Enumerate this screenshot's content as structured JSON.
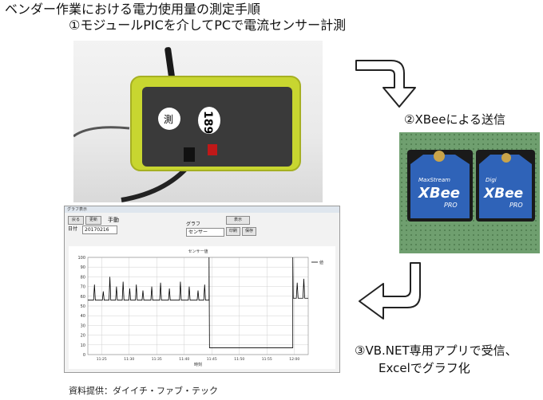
{
  "title": {
    "line1": "ベンダー作業における電力使用量の測定手順",
    "line2": "①モジュールPICを介してPCで電流センサー計測"
  },
  "steps": {
    "step2": "②XBeeによる送信",
    "step3_line1": "③VB.NET専用アプリで受信、",
    "step3_line2": "Excelでグラフ化"
  },
  "credit": "資料提供：ダイイチ・ファブ・テック",
  "device_photo": {
    "sticker1": "測",
    "sticker2": "189"
  },
  "xbee_photo": {
    "modules": [
      {
        "brand": "MaxStream",
        "name": "XBee",
        "tier": "PRO"
      },
      {
        "brand": "Digi",
        "name": "XBee",
        "tier": "PRO"
      }
    ]
  },
  "app_window": {
    "title": "グラフ表示",
    "buttons": [
      "戻る",
      "更新"
    ],
    "date_label": "日付",
    "date_value": "20170216",
    "name_label": "手動",
    "select_label": "グラフ",
    "select_value": "センサー",
    "sub_buttons": [
      "表示",
      "印刷",
      "保存"
    ]
  },
  "chart_data": {
    "type": "line",
    "title": "センサー値",
    "xlabel": "時刻",
    "ylim": [
      0,
      100
    ],
    "y_ticks": [
      0,
      10,
      20,
      30,
      40,
      50,
      60,
      70,
      80,
      90,
      100
    ],
    "x_tick_labels": [
      "11:25",
      "11:30",
      "11:35",
      "11:40",
      "11:45",
      "11:50",
      "11:55",
      "12:00"
    ],
    "legend": "値",
    "series": [
      {
        "name": "値",
        "baseline_segments": [
          {
            "from": 0.0,
            "to": 0.55,
            "level": 56
          },
          {
            "from": 0.55,
            "to": 0.93,
            "level": 7
          },
          {
            "from": 0.93,
            "to": 1.0,
            "level": 58
          }
        ],
        "spikes": [
          {
            "t": 0.03,
            "peak": 72
          },
          {
            "t": 0.07,
            "peak": 65
          },
          {
            "t": 0.1,
            "peak": 80
          },
          {
            "t": 0.13,
            "peak": 70
          },
          {
            "t": 0.16,
            "peak": 75
          },
          {
            "t": 0.19,
            "peak": 68
          },
          {
            "t": 0.22,
            "peak": 72
          },
          {
            "t": 0.25,
            "peak": 66
          },
          {
            "t": 0.29,
            "peak": 70
          },
          {
            "t": 0.33,
            "peak": 74
          },
          {
            "t": 0.37,
            "peak": 68
          },
          {
            "t": 0.42,
            "peak": 75
          },
          {
            "t": 0.46,
            "peak": 70
          },
          {
            "t": 0.5,
            "peak": 66
          },
          {
            "t": 0.53,
            "peak": 72
          },
          {
            "t": 0.95,
            "peak": 74
          },
          {
            "t": 0.98,
            "peak": 78
          }
        ]
      }
    ]
  },
  "colors": {
    "arrow_fill": "#ffffff",
    "arrow_stroke": "#222222",
    "device_case": "#c8d630",
    "device_face": "#3a3a3a",
    "xbee_board": "#2f63b8",
    "grid_board": "#6f9f6f"
  }
}
